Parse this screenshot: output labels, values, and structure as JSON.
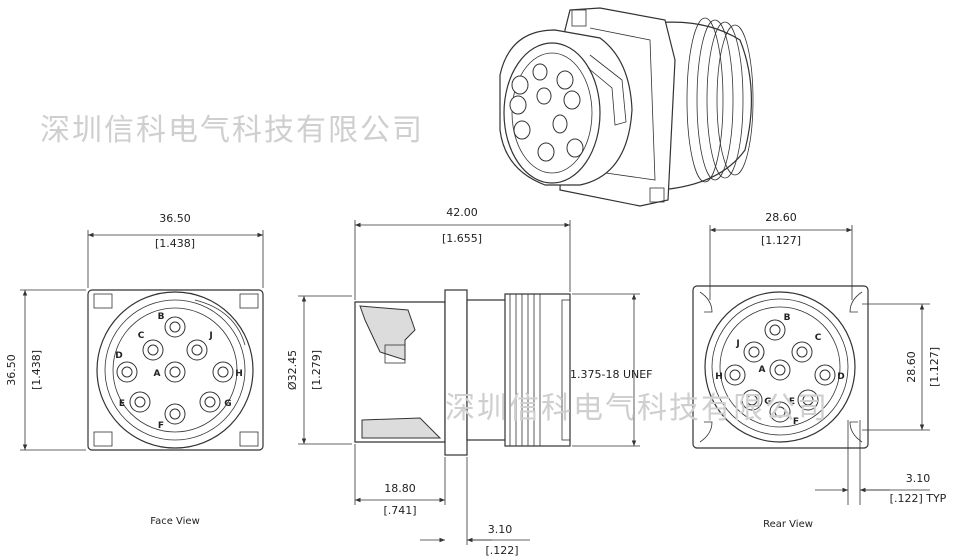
{
  "watermark": "深圳信科电气科技有限公司",
  "face_view": {
    "caption": "Face View",
    "width_mm": "36.50",
    "width_in": "[1.438]",
    "height_mm": "36.50",
    "height_in": "[1.438]",
    "pins": [
      "A",
      "B",
      "C",
      "D",
      "E",
      "F",
      "G",
      "H",
      "J"
    ]
  },
  "side_view": {
    "length_mm": "42.00",
    "length_in": "[1.655]",
    "diameter_mm": "Ø32.45",
    "diameter_in": "[1.279]",
    "thread": "1.375-18 UNEF",
    "front_mm": "18.80",
    "front_in": "[.741]",
    "flange_mm": "3.10",
    "flange_in": "[.122]"
  },
  "rear_view": {
    "caption": "Rear View",
    "width_mm": "28.60",
    "width_in": "[1.127]",
    "height_mm": "28.60",
    "height_in": "[1.127]",
    "slot_mm": "3.10",
    "slot_in": "[.122] TYP",
    "pins": [
      "A",
      "B",
      "C",
      "D",
      "E",
      "F",
      "G",
      "H",
      "J"
    ]
  }
}
